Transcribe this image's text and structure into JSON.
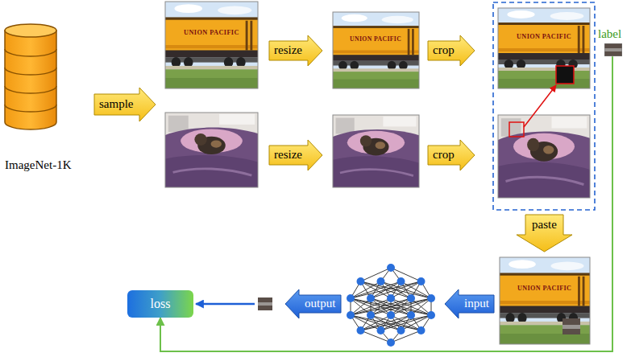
{
  "diagram": {
    "nodes": [
      {
        "text": [
          "ImageNet-1K"
        ]
      },
      {
        "text": [
          "sample"
        ]
      },
      {
        "text": [
          "resize"
        ]
      },
      {
        "text": [
          "resize"
        ]
      },
      {
        "text": [
          "crop"
        ]
      },
      {
        "text": [
          "crop"
        ]
      },
      {
        "text": [
          "label"
        ]
      },
      {
        "text": [
          "paste"
        ]
      },
      {
        "text": [
          "input"
        ]
      },
      {
        "text": [
          "output"
        ]
      },
      {
        "text": [
          "loss"
        ]
      }
    ],
    "edges": [
      {
        "from": 6,
        "to": 10,
        "arrow": "to"
      }
    ],
    "labels": [
      "UNION PACIFIC",
      "UNION PACIFIC",
      "UNION PACIFIC",
      "UNION PACIFIC"
    ]
  }
}
